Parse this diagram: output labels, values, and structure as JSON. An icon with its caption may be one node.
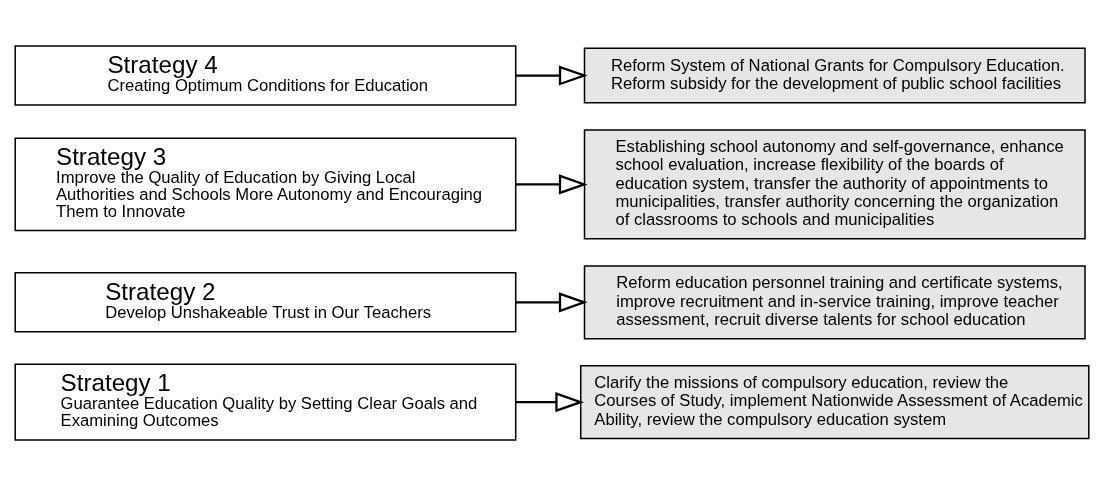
{
  "diagram": {
    "nodes": [
      {
        "text": [
          "Strategy 1",
          "Guarantee Education Quality by Setting Clear Goals and Examining Outcomes"
        ]
      },
      {
        "text": [
          "Clarify the missions of compulsory education, review the Courses of Study, implement Nationwide Assessment of Academic Ability, review the compulsory education system"
        ]
      },
      {
        "text": [
          "Strategy 2",
          "Develop Unshakeable Trust in Our Teachers"
        ]
      },
      {
        "text": [
          "Reform education personnel training and certificate systems, improve recruitment and in-service training, improve teacher assessment, recruit diverse talents for school education"
        ]
      },
      {
        "text": [
          "Strategy 3",
          "Improve the Quality of Education by Giving Local Authorities and Schools More Autonomy and Encouraging Them to Innovate"
        ]
      },
      {
        "text": [
          "Establishing school autonomy and self-governance, enhance school evaluation, increase flexibility of the boards of education system, transfer the authority of appointments to municipalities, transfer authority concerning the organization of classrooms to schools and municipalities"
        ]
      },
      {
        "text": [
          "Strategy 4",
          "Creating Optimum Conditions for Education"
        ]
      },
      {
        "text": [
          "Reform System of National Grants for Compulsory Education. Reform subsidy for the development of public school facilities"
        ]
      }
    ],
    "edges": [
      {
        "from": 0,
        "to": 1,
        "arrow": "to"
      },
      {
        "from": 2,
        "to": 3,
        "arrow": "to"
      },
      {
        "from": 4,
        "to": 5,
        "arrow": "to"
      },
      {
        "from": 6,
        "to": 7,
        "arrow": "to"
      }
    ]
  }
}
